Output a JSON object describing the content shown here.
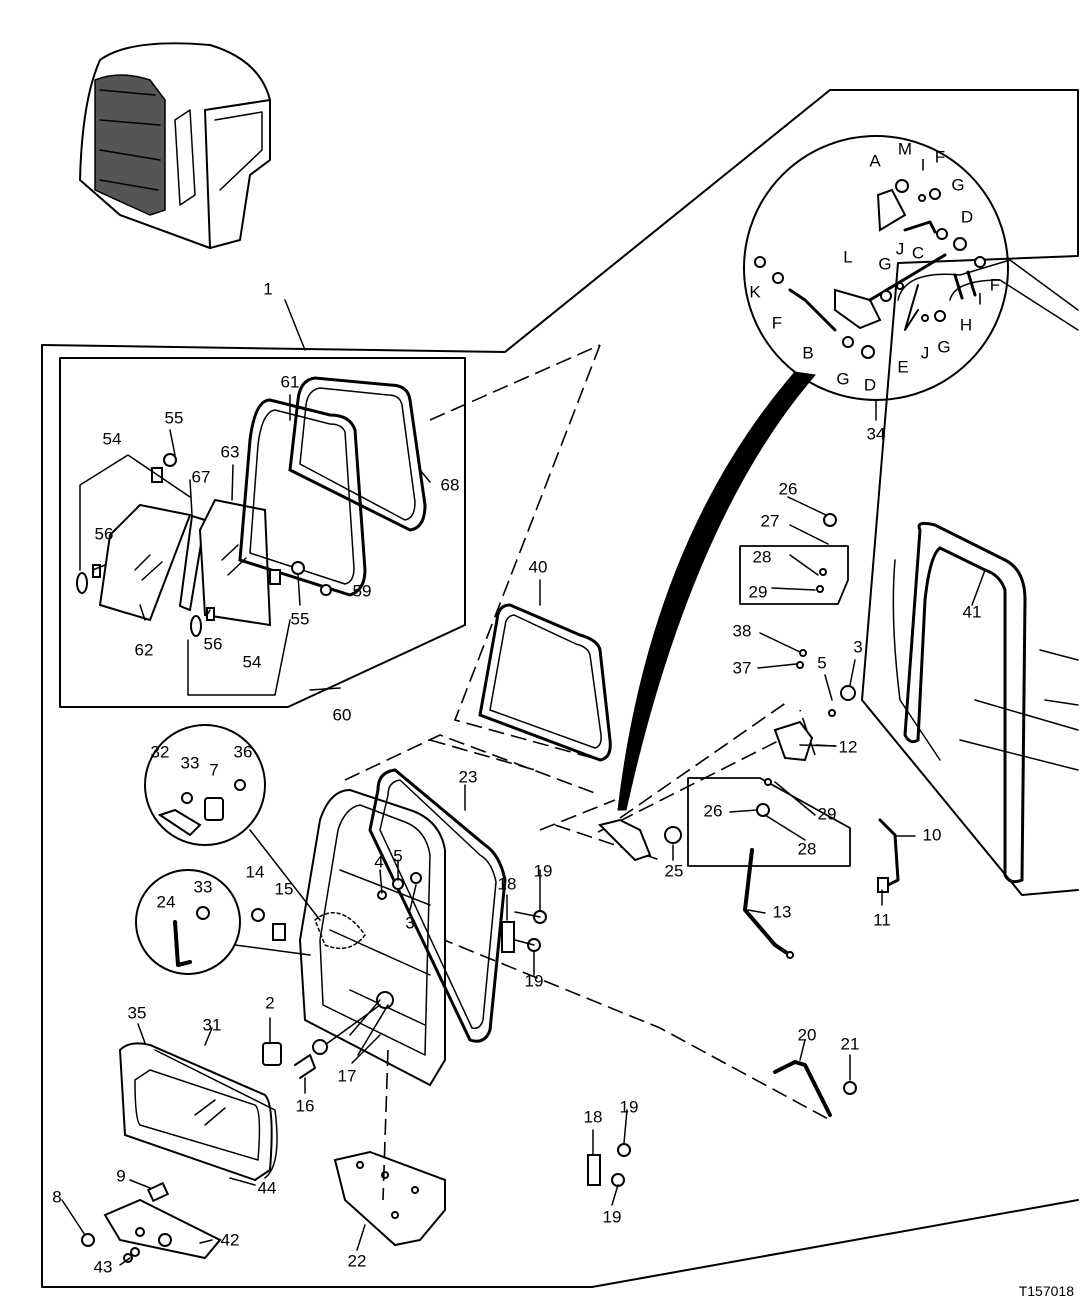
{
  "figure_ref": "T157018",
  "callouts": {
    "c1": "1",
    "c60": "60",
    "c54a": "54",
    "c55a": "55",
    "c56a": "56",
    "c62": "62",
    "c67": "67",
    "c63": "63",
    "c61": "61",
    "c68": "68",
    "c59": "59",
    "c55b": "55",
    "c56b": "56",
    "c54b": "54",
    "c40": "40",
    "c23": "23",
    "c4": "4",
    "c5a": "5",
    "c3a": "3",
    "c18a": "18",
    "c19a": "19",
    "c19b": "19",
    "c32": "32",
    "c33a": "33",
    "c7": "7",
    "c36": "36",
    "c14": "14",
    "c15": "15",
    "c24": "24",
    "c33b": "33",
    "c2": "2",
    "c16": "16",
    "c17": "17",
    "c35": "35",
    "c31": "31",
    "c9": "9",
    "c8": "8",
    "c42": "42",
    "c43": "43",
    "c44": "44",
    "c22": "22",
    "c18b": "18",
    "c19c": "19",
    "c19d": "19",
    "c20": "20",
    "c21": "21",
    "c25": "25",
    "c26a": "26",
    "c27": "27",
    "c28a": "28",
    "c29a": "29",
    "c38": "38",
    "c37": "37",
    "c5b": "5",
    "c3b": "3",
    "c12": "12",
    "c26b": "26",
    "c29b": "29",
    "c28b": "28",
    "c10": "10",
    "c11": "11",
    "c13": "13",
    "c41": "41",
    "c34": "34",
    "lA": "A",
    "lM": "M",
    "lI1": "I",
    "lF1": "F",
    "lG1": "G",
    "lD1": "D",
    "lC": "C",
    "lJ1": "J",
    "lG2": "G",
    "lL": "L",
    "lK": "K",
    "lF2": "F",
    "lB": "B",
    "lG3": "G",
    "lD2": "D",
    "lE": "E",
    "lJ2": "J",
    "lG4": "G",
    "lH": "H",
    "lI2": "I",
    "lF3": "F"
  }
}
